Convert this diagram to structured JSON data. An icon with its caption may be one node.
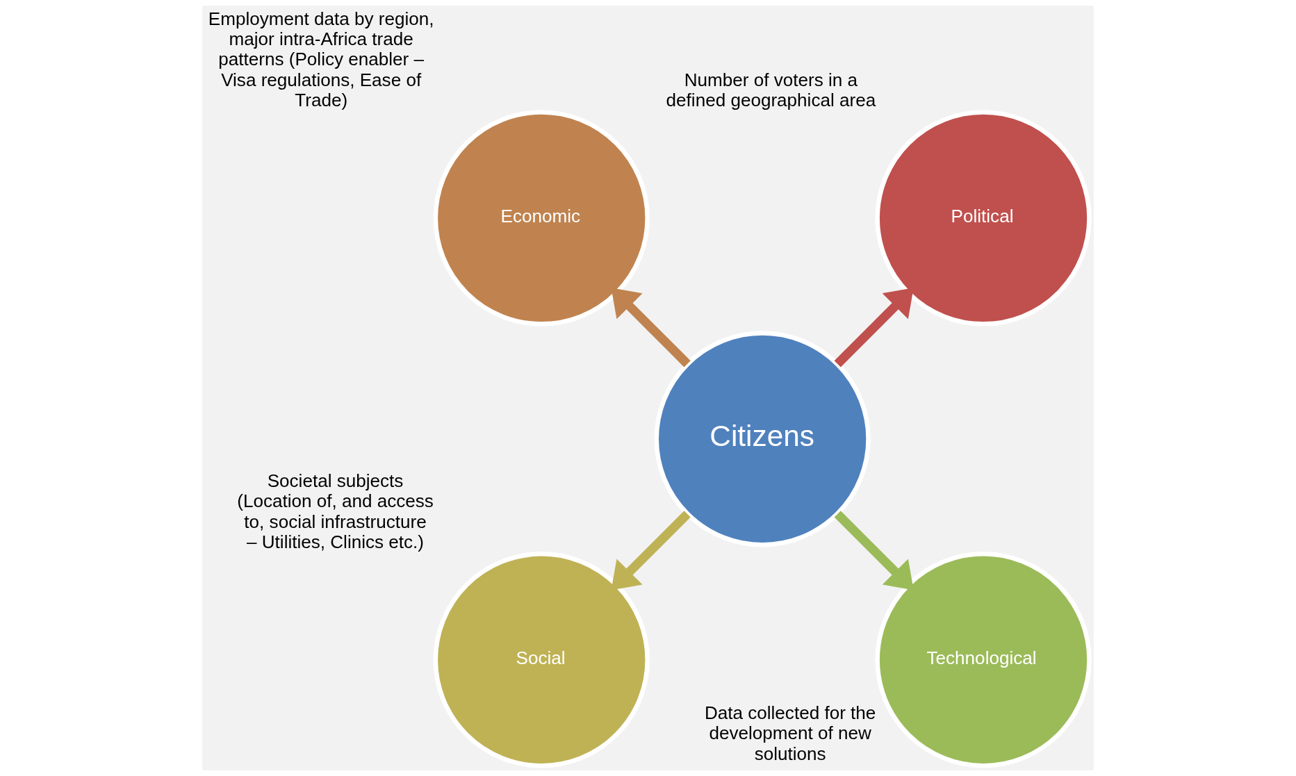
{
  "diagram": {
    "nodes": [
      {
        "text": [
          "Citizens"
        ]
      },
      {
        "text": [
          "Political"
        ],
        "beside": [
          "Number of voters in a defined geographical area"
        ]
      },
      {
        "text": [
          "Economic"
        ],
        "beside": [
          "Employment data by region, major intra-Africa trade patterns (Policy enabler – Visa regulations, Ease of Trade)"
        ]
      },
      {
        "text": [
          "Social"
        ],
        "beside": [
          "Societal subjects (Location of, and access to, social infrastructure – Utilities, Clinics etc.)"
        ]
      },
      {
        "text": [
          "Technological"
        ],
        "beside": [
          "Data collected for the development of new solutions"
        ]
      }
    ],
    "edges": [
      {
        "from": 0,
        "to": 1,
        "arrow": "to",
        "color": "#c0504d"
      },
      {
        "from": 0,
        "to": 2,
        "arrow": "to",
        "color": "#c0834f"
      },
      {
        "from": 0,
        "to": 3,
        "arrow": "to",
        "color": "#bfb255"
      },
      {
        "from": 0,
        "to": 4,
        "arrow": "to",
        "color": "#9bbb59"
      }
    ]
  }
}
